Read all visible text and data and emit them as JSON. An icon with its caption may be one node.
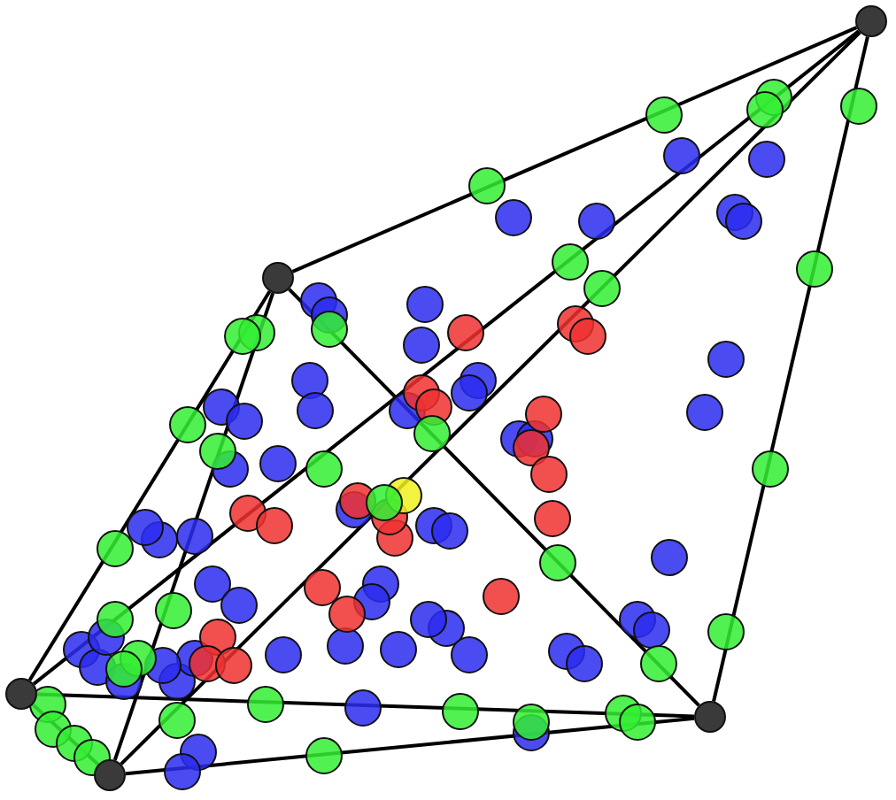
{
  "diagram": {
    "nodes": [
      {
        "text": [],
        "shape": "circle"
      },
      {
        "text": [],
        "shape": "circle"
      },
      {
        "text": [],
        "shape": "circle"
      },
      {
        "text": [],
        "shape": "circle"
      },
      {
        "text": [],
        "shape": "circle"
      }
    ],
    "edges": [
      {
        "from": 4,
        "to": 2,
        "arrow": "none"
      },
      {
        "from": 4,
        "to": 0,
        "arrow": "none"
      },
      {
        "from": 4,
        "to": 1,
        "arrow": "none"
      },
      {
        "from": 4,
        "to": 3,
        "arrow": "none"
      },
      {
        "from": 2,
        "to": 0,
        "arrow": "none"
      },
      {
        "from": 2,
        "to": 1,
        "arrow": "none"
      },
      {
        "from": 2,
        "to": 3,
        "arrow": "none"
      },
      {
        "from": 0,
        "to": 1,
        "arrow": "none"
      },
      {
        "from": 0,
        "to": 3,
        "arrow": "none"
      },
      {
        "from": 1,
        "to": 3,
        "arrow": "none"
      }
    ]
  }
}
